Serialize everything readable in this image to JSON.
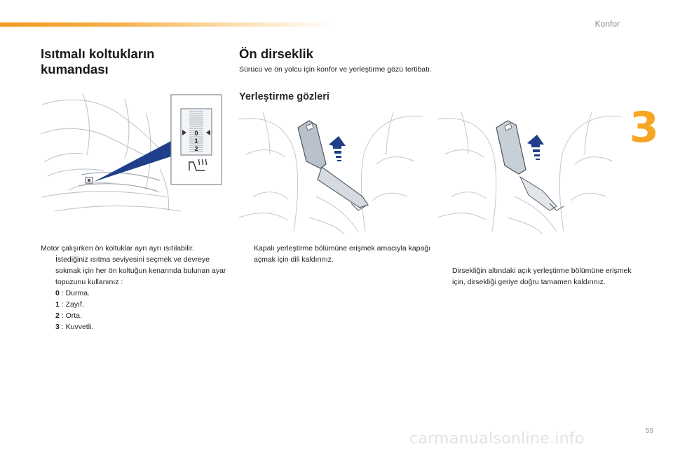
{
  "header": {
    "section": "Konfor",
    "chapter": "3"
  },
  "left": {
    "title_line1": "Isıtmalı koltukların",
    "title_line2": "kumandası",
    "dial_marks": [
      "0",
      "1",
      "2"
    ],
    "intro": "Motor çalışırken ön koltuklar ayrı ayrı ısıtılabilir.",
    "bullet_mark": "",
    "bullet_text": "İstediğiniz ısıtma seviyesini seçmek ve devreye sokmak için her ön koltuğun kenarında bulunan ayar topuzunu kullanınız :",
    "levels": [
      {
        "key": "0",
        "label": " : Durma."
      },
      {
        "key": "1",
        "label": " : Zayıf."
      },
      {
        "key": "2",
        "label": " : Orta."
      },
      {
        "key": "3",
        "label": " : Kuvvetli."
      }
    ]
  },
  "right": {
    "title": "Ön dirseklik",
    "subtitle": "Sürücü ve ön yolcu için konfor ve yerleştirme gözü tertibatı.",
    "storage_title": "Yerleştirme gözleri",
    "bullet1": "Kapalı yerleştirme bölümüne erişmek amacıyla kapağı açmak için dili kaldırınız.",
    "bullet2": "Dirsekliğin altındaki açık yerleştirme bölümüne erişmek için, dirsekliği geriye doğru tamamen kaldırınız."
  },
  "footer": {
    "page": "59",
    "watermark": "carmanualsonline.info"
  },
  "colors": {
    "accent": "#f29a1f",
    "chapter": "#f6a623",
    "arrow": "#1f3f8a"
  }
}
